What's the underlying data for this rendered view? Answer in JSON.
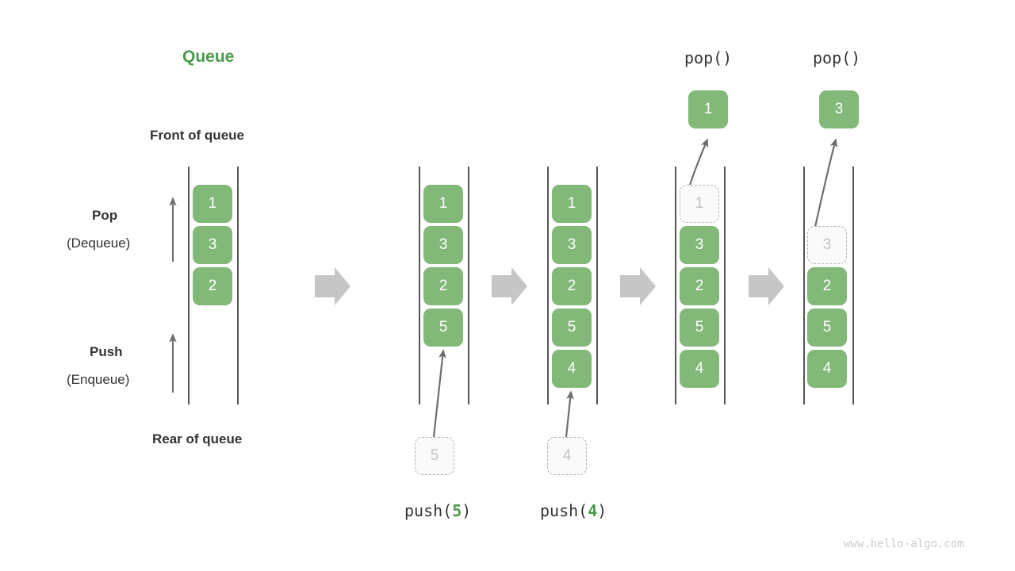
{
  "diagram": {
    "title": "Queue",
    "front_label": "Front of queue",
    "rear_label": "Rear of queue",
    "pop_label_bold": "Pop",
    "pop_label_paren": "(Dequeue)",
    "push_label_bold": "Push",
    "push_label_paren": "(Enqueue)",
    "watermark": "www.hello-algo.com",
    "accent_green": "#4b9b4b",
    "cell_green": "#82b878",
    "ghost_gray": "#c2c2c2",
    "rail_gray": "#555555",
    "flow_arrow_gray": "#c6c6c6",
    "op_arrow_gray": "#6e6e6e"
  },
  "columns": [
    {
      "id": "initial",
      "op_label_prefix": "",
      "op_label_arg": "",
      "op_label_suffix": "",
      "top_label": "",
      "cells": [
        {
          "value": "1",
          "state": "filled"
        },
        {
          "value": "3",
          "state": "filled"
        },
        {
          "value": "2",
          "state": "filled"
        }
      ],
      "incoming_cell": null,
      "outgoing_cell": null
    },
    {
      "id": "after-push-5",
      "op_label_prefix": "push(",
      "op_label_arg": "5",
      "op_label_suffix": ")",
      "top_label": "",
      "cells": [
        {
          "value": "1",
          "state": "filled"
        },
        {
          "value": "3",
          "state": "filled"
        },
        {
          "value": "2",
          "state": "filled"
        },
        {
          "value": "5",
          "state": "filled"
        }
      ],
      "incoming_cell": {
        "value": "5",
        "state": "ghost"
      },
      "outgoing_cell": null
    },
    {
      "id": "after-push-4",
      "op_label_prefix": "push(",
      "op_label_arg": "4",
      "op_label_suffix": ")",
      "top_label": "",
      "cells": [
        {
          "value": "1",
          "state": "filled"
        },
        {
          "value": "3",
          "state": "filled"
        },
        {
          "value": "2",
          "state": "filled"
        },
        {
          "value": "5",
          "state": "filled"
        },
        {
          "value": "4",
          "state": "filled"
        }
      ],
      "incoming_cell": {
        "value": "4",
        "state": "ghost"
      },
      "outgoing_cell": null
    },
    {
      "id": "after-pop-1",
      "op_label_prefix": "",
      "op_label_arg": "",
      "op_label_suffix": "",
      "top_label": "pop()",
      "cells": [
        {
          "value": "1",
          "state": "ghost"
        },
        {
          "value": "3",
          "state": "filled"
        },
        {
          "value": "2",
          "state": "filled"
        },
        {
          "value": "5",
          "state": "filled"
        },
        {
          "value": "4",
          "state": "filled"
        }
      ],
      "incoming_cell": null,
      "outgoing_cell": {
        "value": "1",
        "state": "filled"
      }
    },
    {
      "id": "after-pop-3",
      "op_label_prefix": "",
      "op_label_arg": "",
      "op_label_suffix": "",
      "top_label": "pop()",
      "cells": [
        {
          "value": "",
          "state": "empty"
        },
        {
          "value": "3",
          "state": "ghost"
        },
        {
          "value": "2",
          "state": "filled"
        },
        {
          "value": "5",
          "state": "filled"
        },
        {
          "value": "4",
          "state": "filled"
        }
      ],
      "incoming_cell": null,
      "outgoing_cell": {
        "value": "3",
        "state": "filled"
      }
    }
  ],
  "flow_arrows": [
    {
      "name": "flow-arrow-1"
    },
    {
      "name": "flow-arrow-2"
    },
    {
      "name": "flow-arrow-3"
    },
    {
      "name": "flow-arrow-4"
    }
  ]
}
